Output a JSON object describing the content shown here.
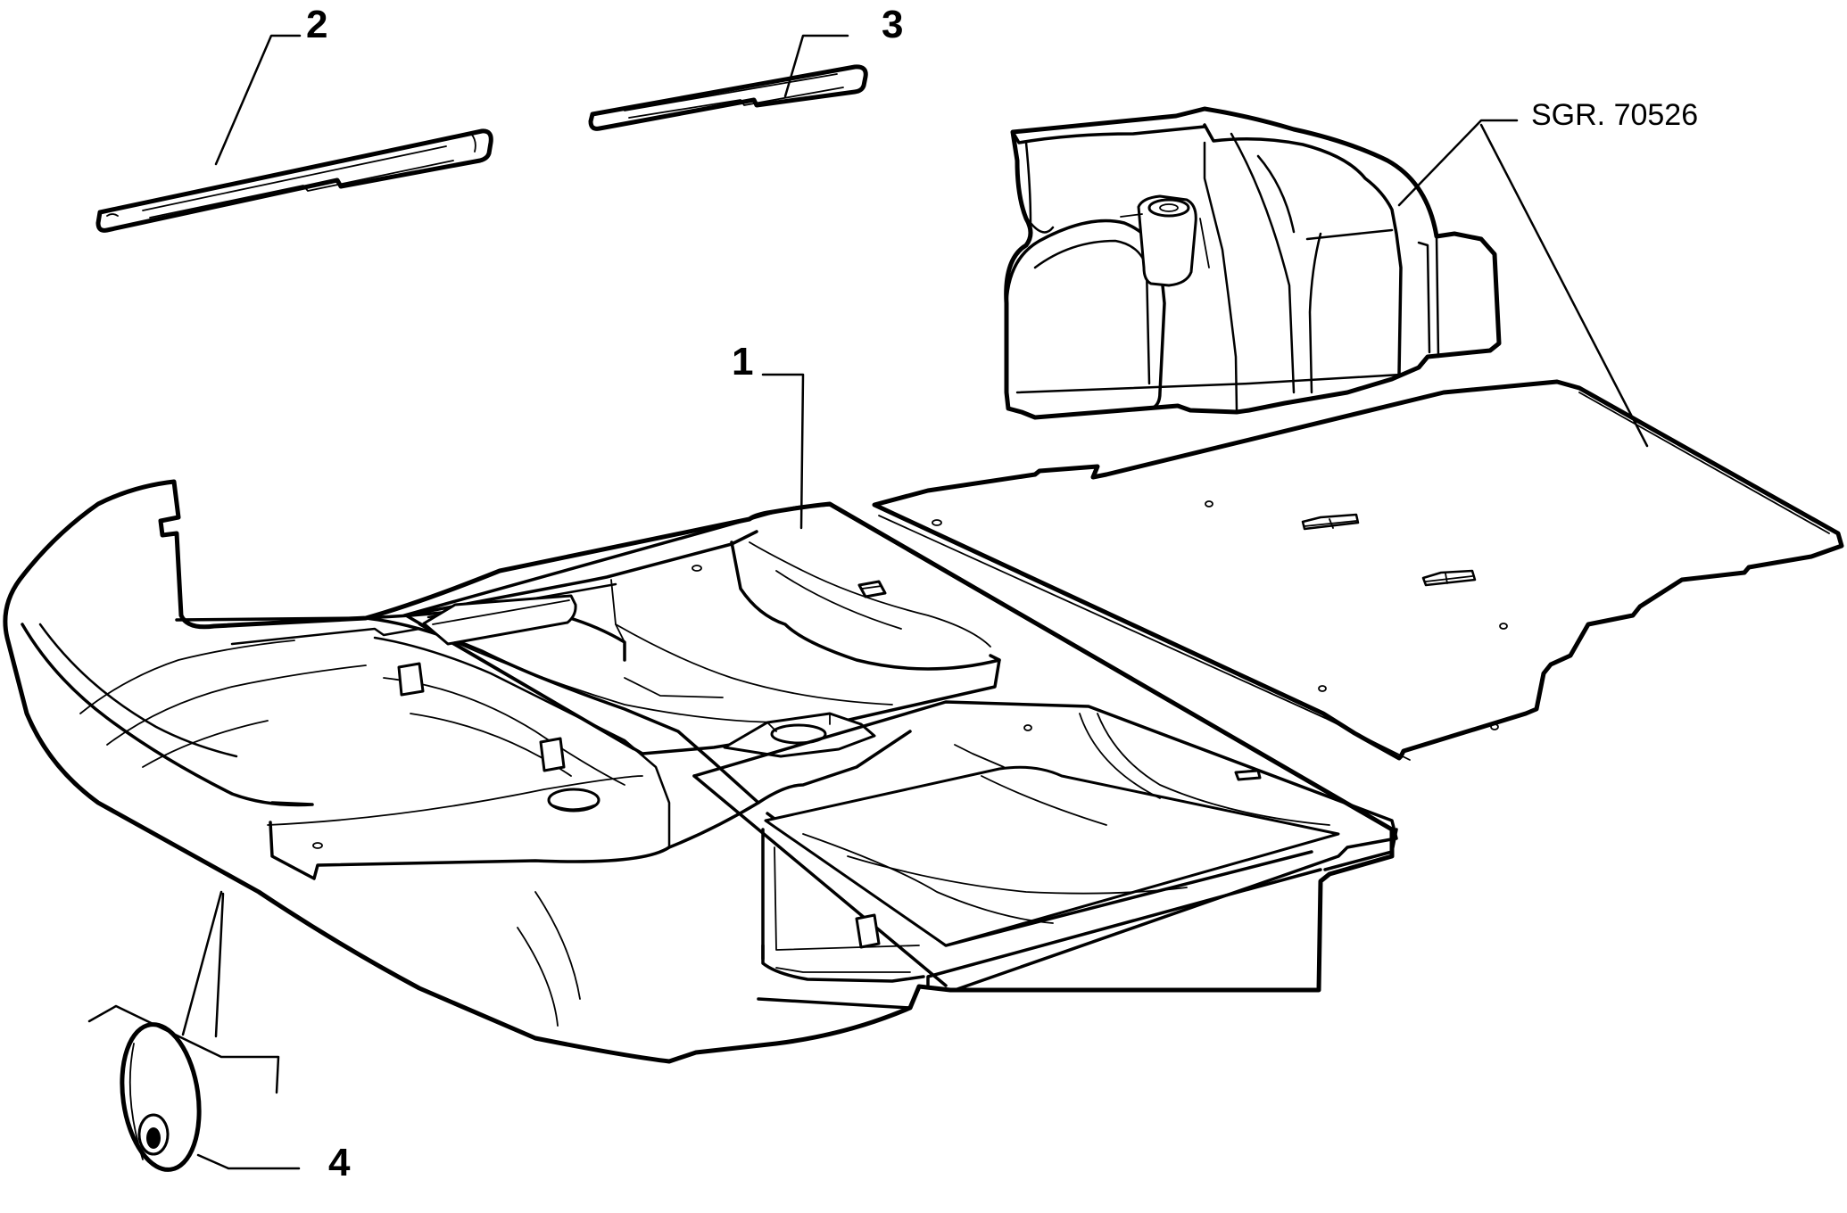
{
  "diagram": {
    "callouts": [
      {
        "id": "1",
        "text": "1"
      },
      {
        "id": "2",
        "text": "2"
      },
      {
        "id": "3",
        "text": "3"
      },
      {
        "id": "4",
        "text": "4"
      }
    ],
    "reference": "SGR. 70526"
  }
}
